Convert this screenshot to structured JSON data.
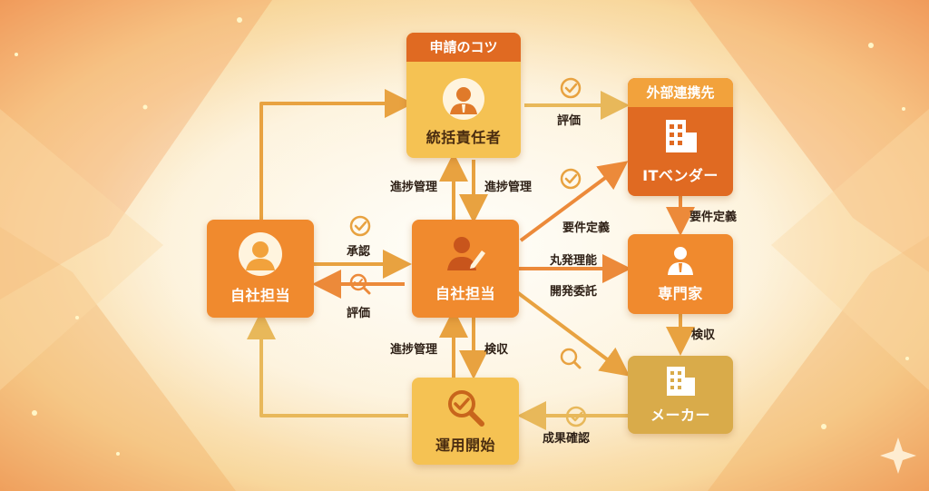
{
  "nodes": {
    "tips_header": "申請のコツ",
    "supervisor": "統括責任者",
    "external_header": "外部連携先",
    "it_vendor": "ITベンダー",
    "own_staff_left": "自社担当",
    "own_staff_center": "自社担当",
    "expert": "専門家",
    "operation_start": "運用開始",
    "maker": "メーカー"
  },
  "edges": {
    "evaluation_top": "評価",
    "progress_left_upper": "進捗管理",
    "progress_right_upper": "進捗管理",
    "requirements_diagonal": "要件定義",
    "requirements_right": "要件定義",
    "approval": "承認",
    "evaluation_left": "評価",
    "outsourcing_line1": "丸発理能",
    "outsourcing_line2": "開発委託",
    "progress_lower": "進捗管理",
    "inspection_center": "検収",
    "inspection_right": "検収",
    "results_check": "成果確認"
  },
  "colors": {
    "orange_dark": "#e06a22",
    "orange": "#f08a2e",
    "orange_mid": "#f2a23c",
    "yellow": "#f5c253",
    "gold": "#d9ab4a",
    "arrow": "#e8a240",
    "arrow_light": "#e8b85a"
  }
}
